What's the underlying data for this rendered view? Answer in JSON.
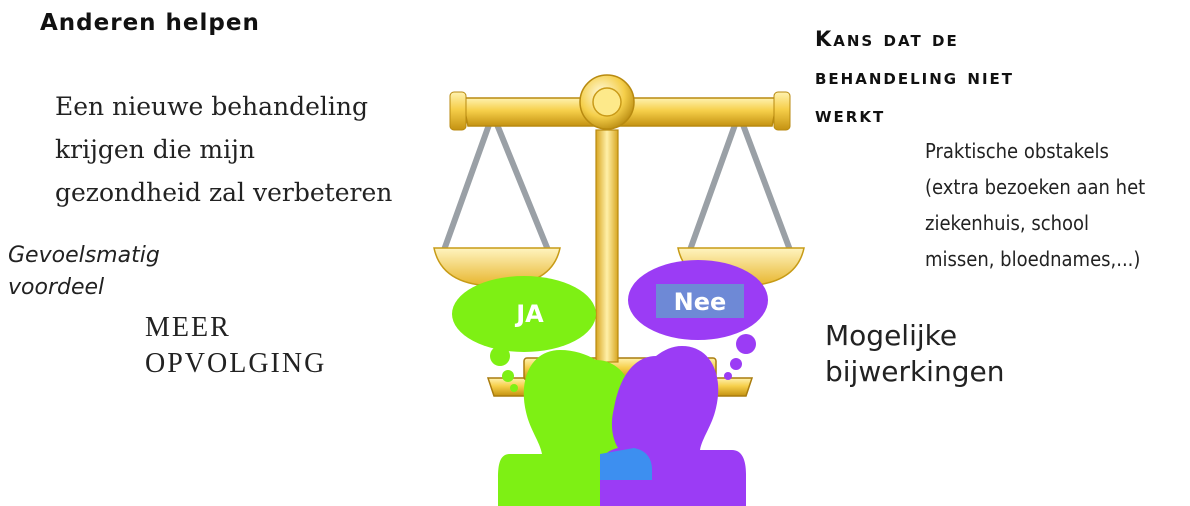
{
  "left": {
    "title": "Anderen helpen",
    "benefit": "Een nieuwe behandeling\nkrijgen die mijn\ngezondheid zal verbeteren",
    "feeling": "Gevoelsmatig\nvoordeel",
    "followup": "MEER\nOPVOLGING"
  },
  "right": {
    "title": "Kans dat de\nbehandeling niet\nwerkt",
    "practical": "Praktische  obstakels\n(extra bezoeken aan het\nziekenhuis, school\nmissen, bloednames,...)",
    "side_effects": "Mogelijke\nbijwerkingen"
  },
  "bubbles": {
    "yes": "JA",
    "no": "Nee"
  },
  "colors": {
    "yes": "#7ef014",
    "no": "#9b3cf5",
    "no_label_bg": "#6e89d6",
    "overlap": "#3d8ff0",
    "gold_light": "#fde37a",
    "gold_dark": "#c79b16",
    "chain": "#9aa0a6"
  }
}
